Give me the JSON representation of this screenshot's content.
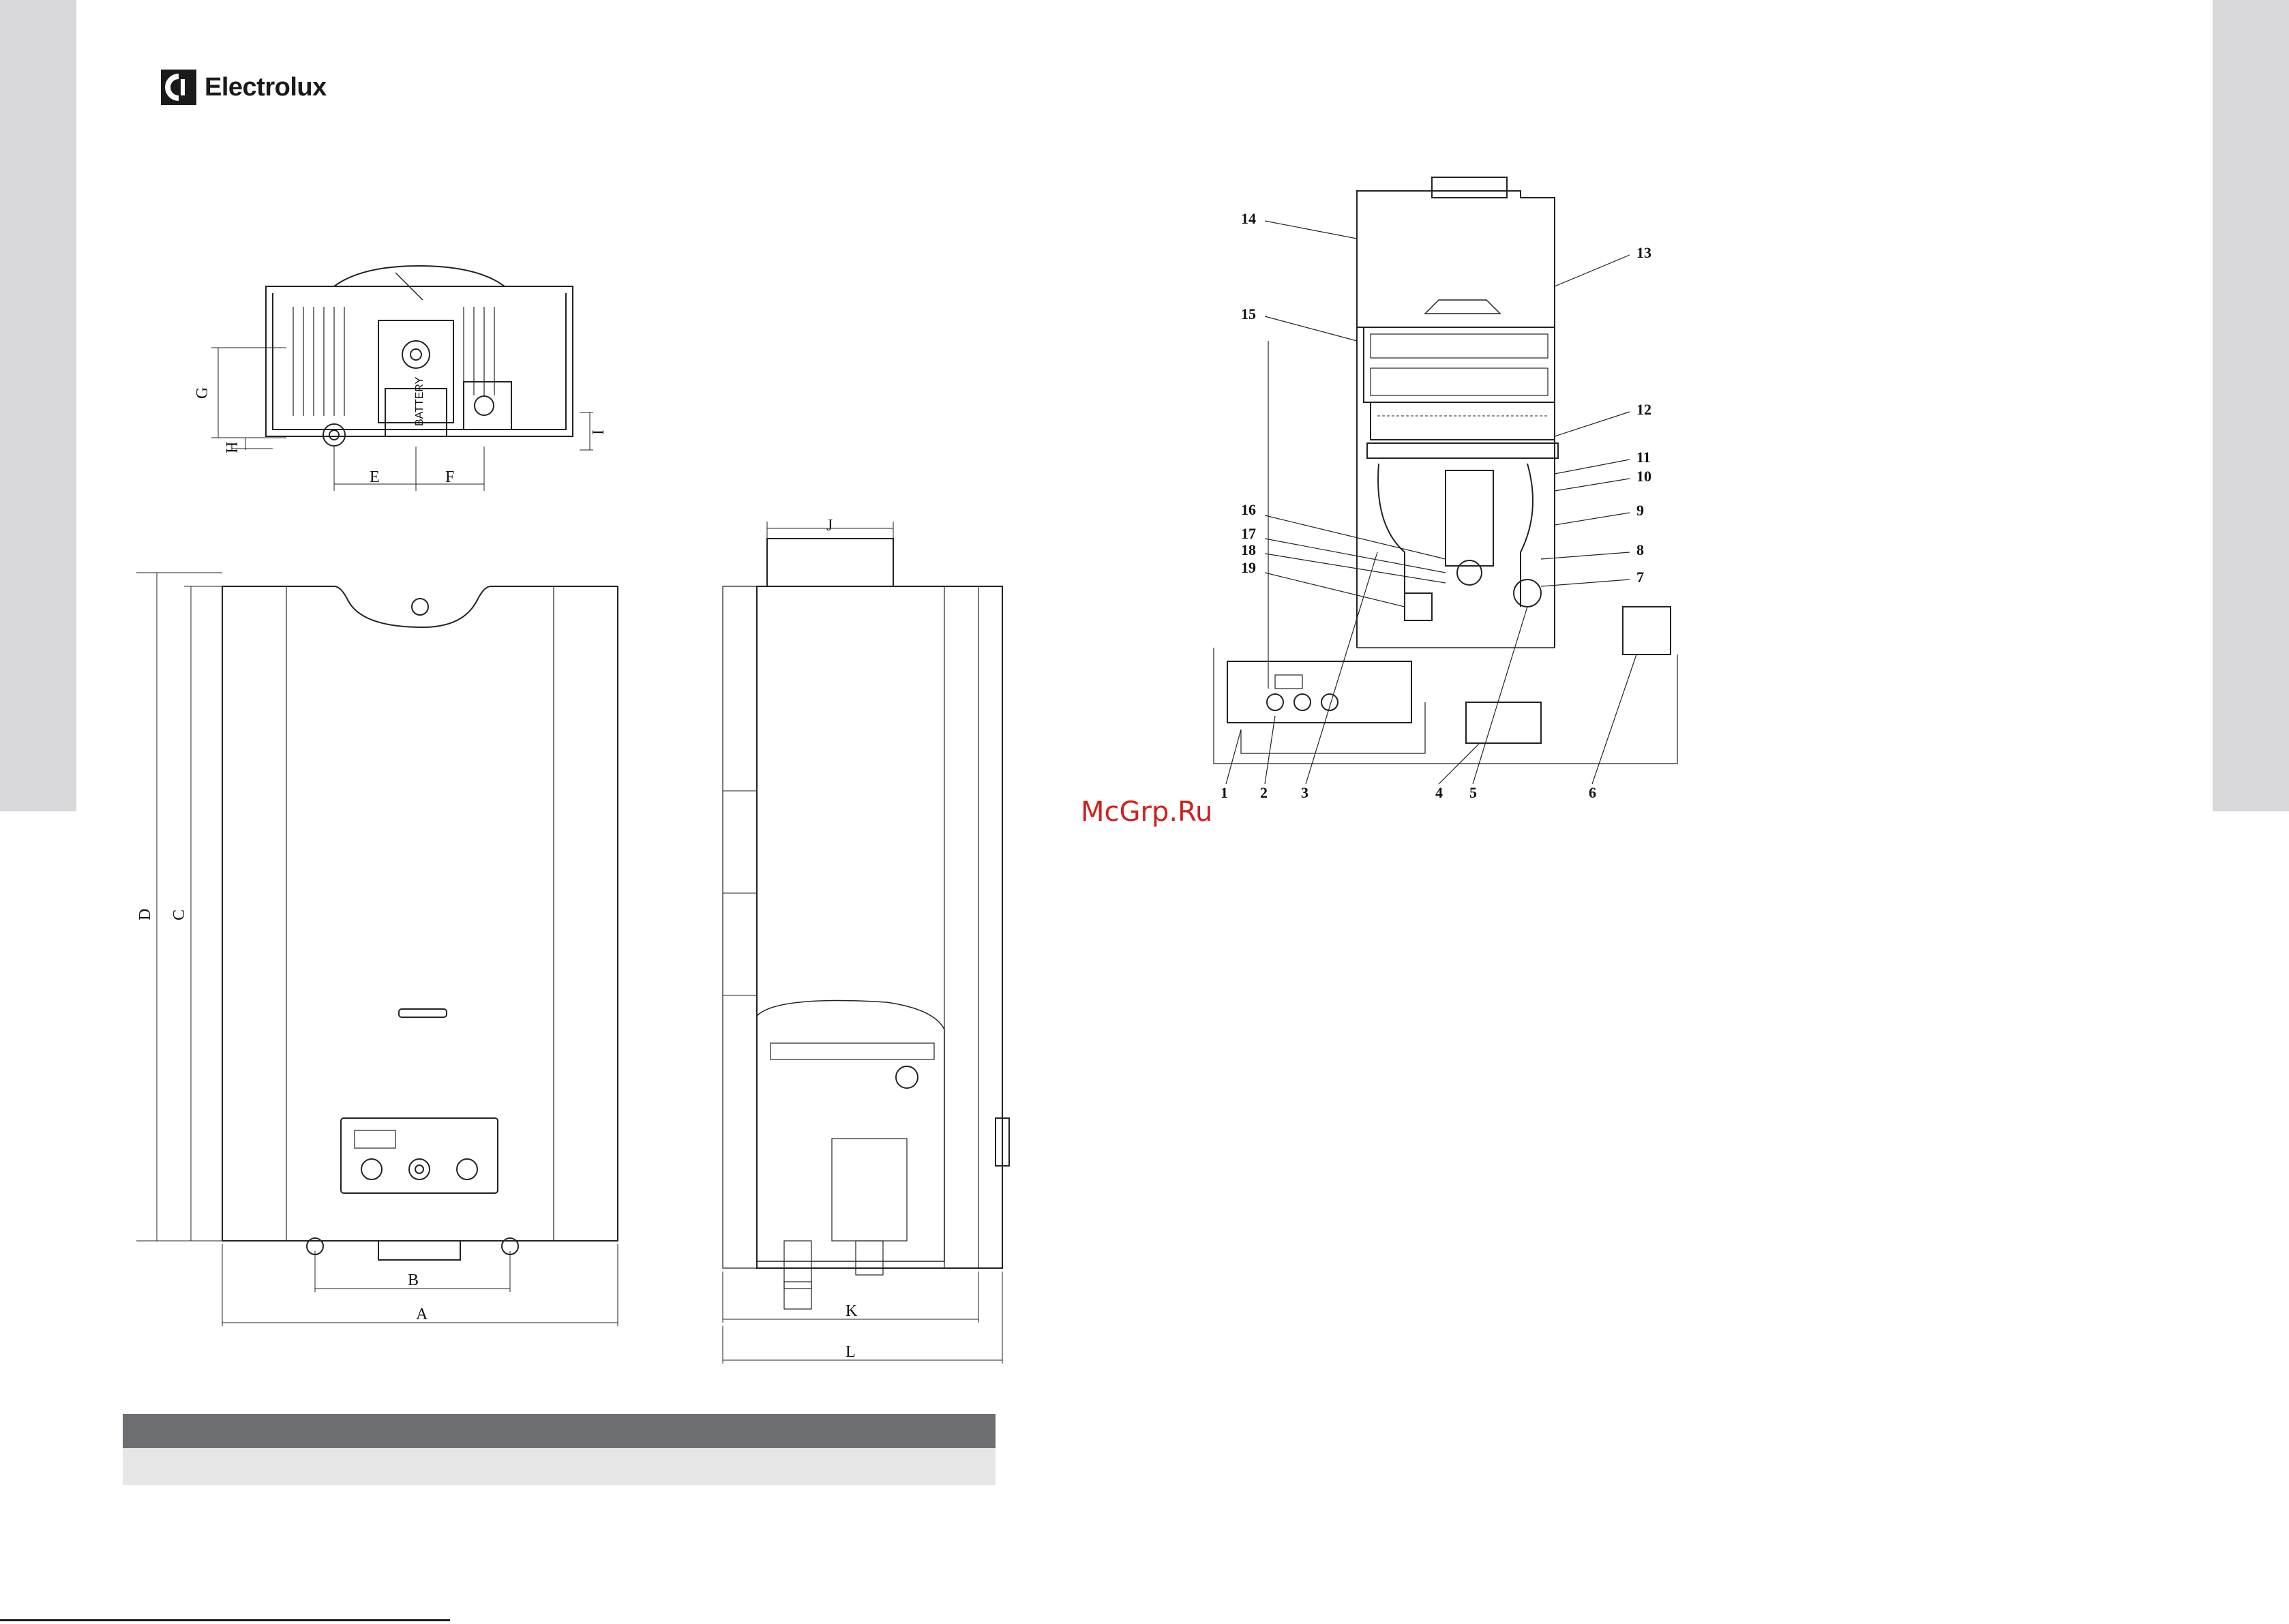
{
  "brand": {
    "name": "Electrolux",
    "color": "#1a1a1a"
  },
  "watermark": {
    "text": "McGrp.Ru",
    "color": "#d21f1f"
  },
  "dimension_labels": {
    "top_view": {
      "g": "G",
      "h": "H",
      "i": "I",
      "e": "E",
      "f": "F",
      "battery": "BATTERY"
    },
    "front_view": {
      "d": "D",
      "c": "C",
      "b": "B",
      "a": "A"
    },
    "side_view": {
      "j": "J",
      "k": "K",
      "l": "L"
    }
  },
  "parts_callouts": {
    "left": [
      "14",
      "15",
      "16",
      "17",
      "18",
      "19"
    ],
    "right": [
      "13",
      "12",
      "11",
      "10",
      "9",
      "8",
      "7"
    ],
    "bottom": [
      "1",
      "2",
      "3",
      "4",
      "5",
      "6"
    ]
  },
  "colors": {
    "band": "#d9d9db",
    "table_header": "#6d6e71",
    "table_row": "#e6e6e7"
  }
}
